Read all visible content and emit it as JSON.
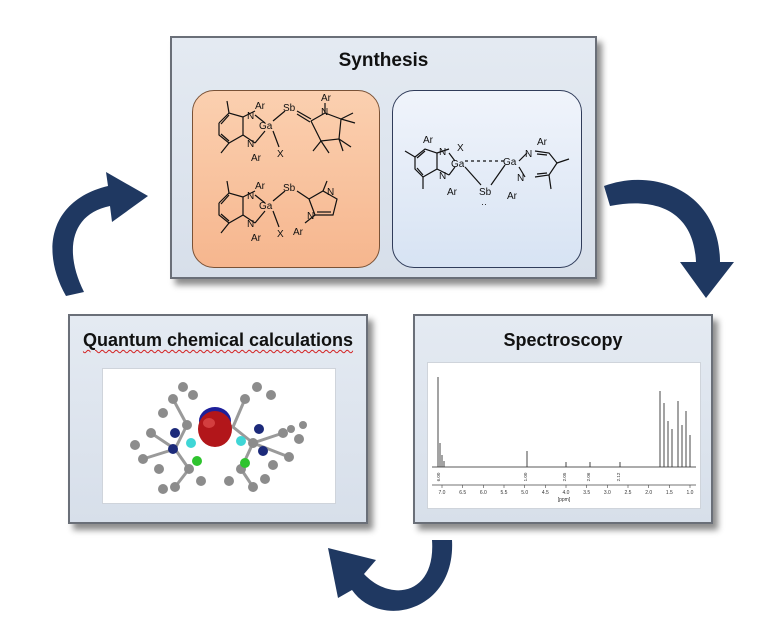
{
  "panels": {
    "synthesis": {
      "title": "Synthesis",
      "structure_labels": {
        "ar": "Ar",
        "n": "N",
        "ga": "Ga",
        "sb": "Sb",
        "x": "X"
      }
    },
    "quantum": {
      "title": "Quantum chemical calculations"
    },
    "spectroscopy": {
      "title": "Spectroscopy",
      "axis_ticks": [
        "7.0",
        "6.5",
        "6.0",
        "5.5",
        "5.0",
        "4.5",
        "4.0",
        "3.5",
        "3.0",
        "2.5",
        "2.0",
        "1.5",
        "1.0"
      ],
      "axis_unit": "[ppm]",
      "integrals": [
        "6.00",
        "1.00",
        "2.05",
        "2.06",
        "2.12"
      ]
    }
  },
  "colors": {
    "arrow": "#1f3861",
    "orange_box": "#f6b68e",
    "blue_box": "#e3ebf7",
    "lone_pair_lobe": "#b2161a",
    "lone_pair_lobe_back": "#1d1f9a"
  },
  "icons": [
    "cycle-arrow-left",
    "cycle-arrow-right",
    "cycle-arrow-bottom"
  ]
}
